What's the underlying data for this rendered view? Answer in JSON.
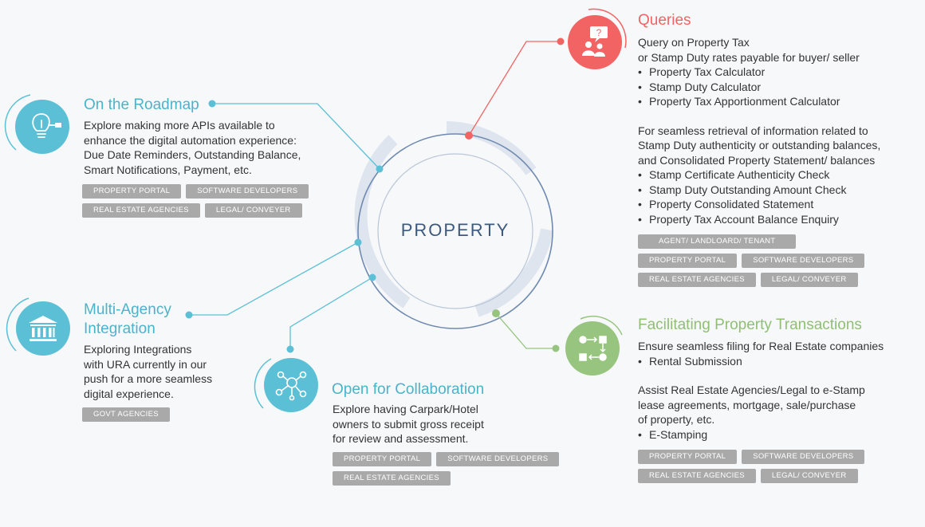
{
  "center": {
    "label": "PROPERTY"
  },
  "colors": {
    "teal": "#5bc0d6",
    "red": "#f26464",
    "green": "#97c47e",
    "ring": "#6f8ab0",
    "tag_bg": "#a9a9a9"
  },
  "sections": {
    "roadmap": {
      "title": "On the Roadmap",
      "icon": "lightbulb-icon",
      "lines": [
        "Explore making more APIs available to",
        "enhance the digital automation experience:",
        "Due Date Reminders, Outstanding Balance,",
        "Smart Notifications, Payment, etc."
      ],
      "tags": [
        [
          "PROPERTY PORTAL",
          "SOFTWARE DEVELOPERS"
        ],
        [
          "REAL ESTATE AGENCIES",
          "LEGAL/ CONVEYER"
        ]
      ]
    },
    "multiagency": {
      "title_lines": [
        "Multi-Agency",
        "Integration"
      ],
      "icon": "government-building-icon",
      "lines": [
        "Exploring Integrations",
        "with URA currently in our",
        "push for a more seamless",
        "digital experience."
      ],
      "tags": [
        [
          "GOVT AGENCIES"
        ]
      ]
    },
    "collaboration": {
      "title": "Open for Collaboration",
      "icon": "network-icon",
      "lines": [
        "Explore having Carpark/Hotel",
        "owners to submit gross receipt",
        "for review and assessment."
      ],
      "tags": [
        [
          "PROPERTY PORTAL",
          "SOFTWARE DEVELOPERS"
        ],
        [
          "REAL ESTATE AGENCIES"
        ]
      ]
    },
    "queries": {
      "title": "Queries",
      "icon": "question-people-icon",
      "intro": [
        "Query on Property Tax",
        "or Stamp Duty rates payable for buyer/ seller"
      ],
      "bullets1": [
        "Property Tax Calculator",
        "Stamp Duty Calculator",
        "Property Tax Apportionment Calculator"
      ],
      "intro2": [
        "For seamless retrieval of information related to",
        "Stamp Duty authenticity or outstanding balances,",
        "and Consolidated Property Statement/ balances"
      ],
      "bullets2": [
        "Stamp Certificate Authenticity Check",
        "Stamp Duty Outstanding Amount Check",
        "Property Consolidated Statement",
        "Property Tax Account Balance Enquiry"
      ],
      "tags": [
        [
          "AGENT/ LANDLOARD/ TENANT"
        ],
        [
          "PROPERTY PORTAL",
          "SOFTWARE DEVELOPERS"
        ],
        [
          "REAL ESTATE AGENCIES",
          "LEGAL/ CONVEYER"
        ]
      ]
    },
    "transactions": {
      "title": "Facilitating Property Transactions",
      "icon": "workflow-icon",
      "intro": [
        "Ensure seamless filing for Real Estate companies"
      ],
      "bullets1": [
        "Rental Submission"
      ],
      "intro2": [
        "Assist Real Estate Agencies/Legal to e-Stamp",
        "lease agreements, mortgage, sale/purchase",
        "of property, etc."
      ],
      "bullets2": [
        "E-Stamping"
      ],
      "tags": [
        [
          "PROPERTY PORTAL",
          "SOFTWARE DEVELOPERS"
        ],
        [
          "REAL ESTATE AGENCIES",
          "LEGAL/ CONVEYER"
        ]
      ]
    }
  }
}
